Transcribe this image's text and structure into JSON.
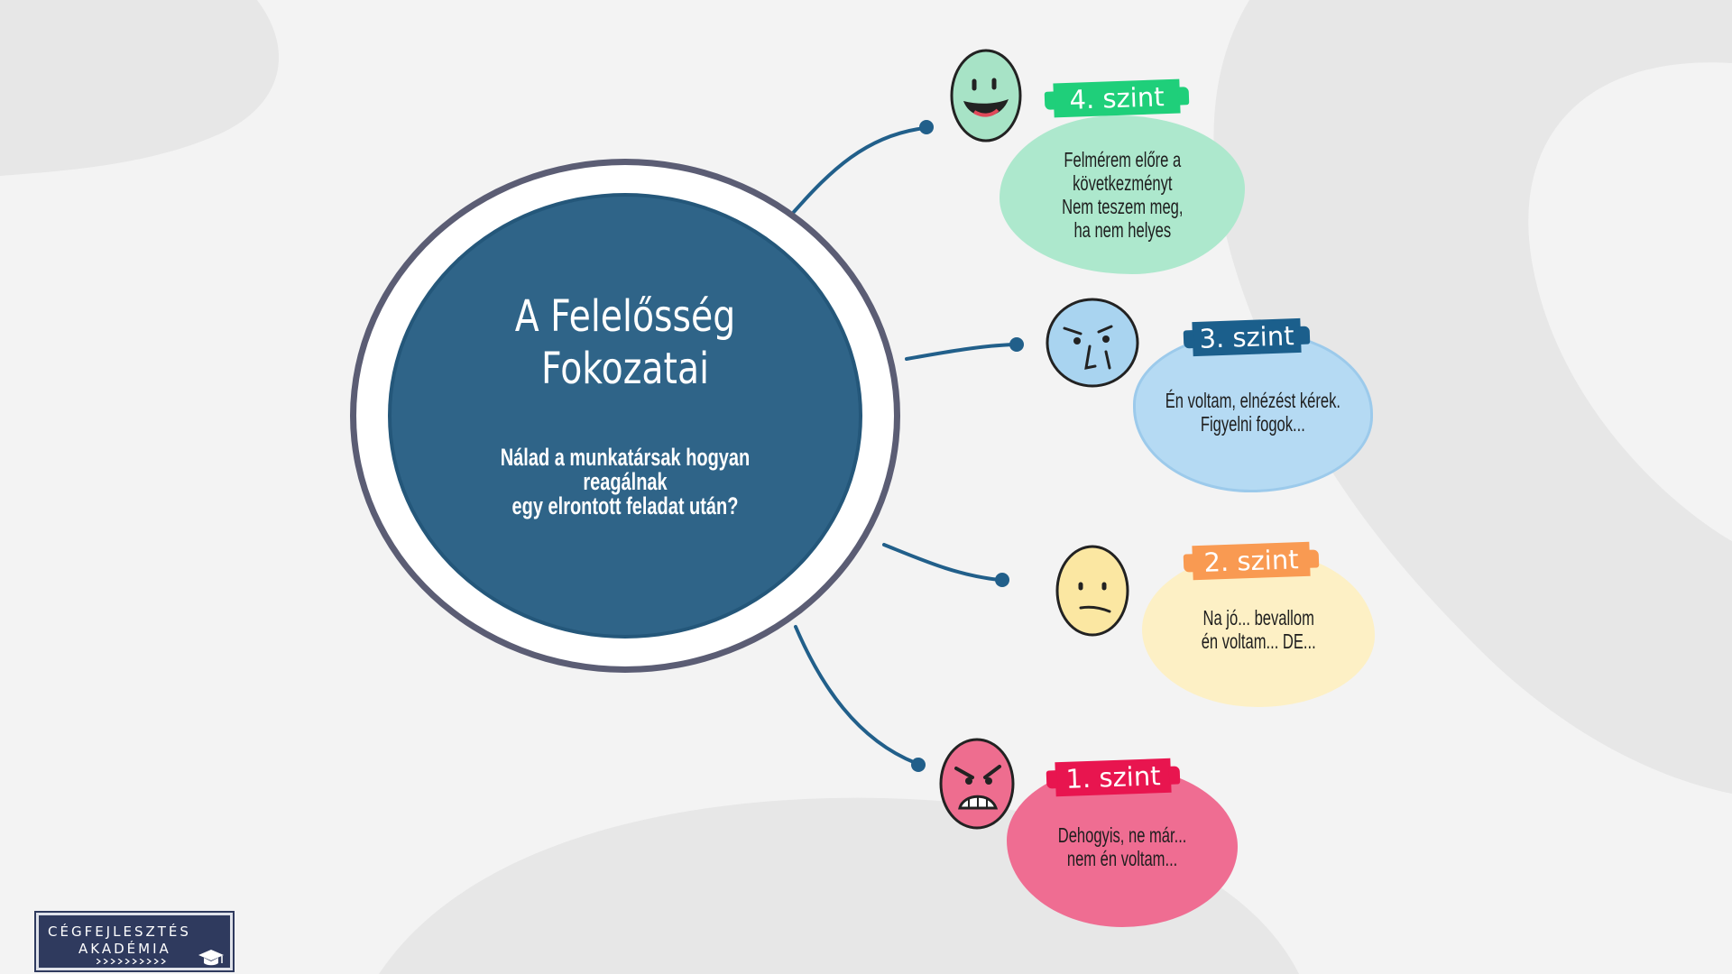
{
  "center": {
    "title_line1": "A Felelősség",
    "title_line2": "Fokozatai",
    "subtitle_line1": "Nálad a munkatársak hogyan reagálnak",
    "subtitle_line2": "egy elrontott feladat után?"
  },
  "levels": [
    {
      "tag": "4. szint",
      "face": "smiling-face-icon",
      "color": "#1fcf7a",
      "bubble_color": "#ade8cd",
      "lines": [
        "Felmérem előre a",
        "következményt",
        "Nem teszem meg,",
        "ha nem helyes"
      ]
    },
    {
      "tag": "3. szint",
      "face": "thinking-face-icon",
      "color": "#1b5f8c",
      "bubble_color": "#b5daf3",
      "lines": [
        "Én voltam, elnézést kérek.",
        "Figyelni fogok..."
      ]
    },
    {
      "tag": "2. szint",
      "face": "neutral-face-icon",
      "color": "#f99a52",
      "bubble_color": "#fdf0c5",
      "lines": [
        "Na jó... bevallom",
        "én voltam... DE..."
      ]
    },
    {
      "tag": "1. szint",
      "face": "angry-face-icon",
      "color": "#e8154f",
      "bubble_color": "#ef6d92",
      "lines": [
        "Dehogyis, ne már...",
        "nem én voltam..."
      ]
    }
  ],
  "logo": {
    "line1": "CÉGFEJLESZTÉS",
    "line2": "AKADÉMIA",
    "icon": "graduation-cap-icon"
  }
}
